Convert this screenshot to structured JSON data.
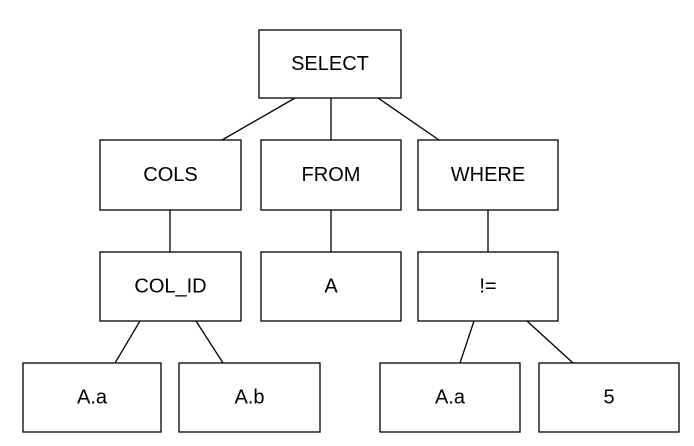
{
  "tree": {
    "root": {
      "label": "SELECT"
    },
    "clauses": [
      {
        "key": "cols",
        "label": "COLS"
      },
      {
        "key": "from",
        "label": "FROM"
      },
      {
        "key": "where",
        "label": "WHERE"
      }
    ],
    "level2": [
      {
        "key": "col_id",
        "label": "COL_ID"
      },
      {
        "key": "table",
        "label": "A"
      },
      {
        "key": "op",
        "label": "!="
      }
    ],
    "leaves": [
      {
        "key": "col_a",
        "label": "A.a"
      },
      {
        "key": "col_b",
        "label": "A.b"
      },
      {
        "key": "lhs",
        "label": "A.a"
      },
      {
        "key": "rhs",
        "label": "5"
      }
    ]
  },
  "style": {
    "stroke_color": "#000000",
    "fill_color": "#ffffff",
    "text_color": "#000000"
  }
}
